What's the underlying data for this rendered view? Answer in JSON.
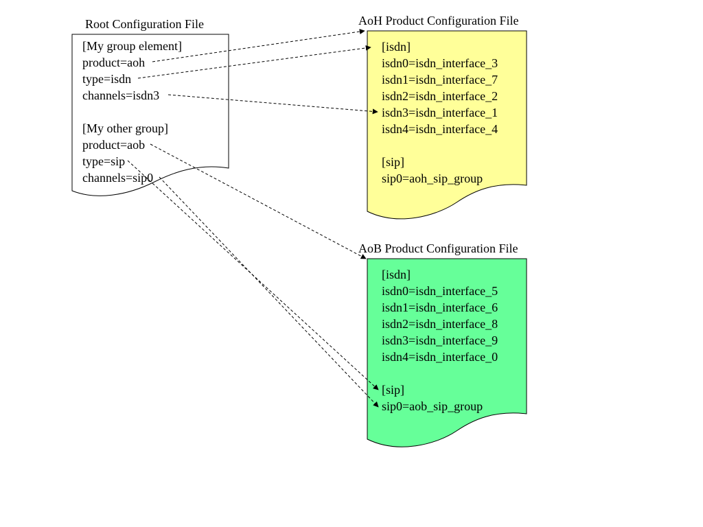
{
  "colors": {
    "background": "#ffffff",
    "root_doc_fill": "#ffffff",
    "aoh_doc_fill": "#ffff99",
    "aob_doc_fill": "#66ff99",
    "stroke": "#000000"
  },
  "root": {
    "title": "Root Configuration File",
    "lines": [
      "[My group element]",
      "product=aoh",
      "type=isdn",
      "channels=isdn3",
      "",
      "[My other group]",
      "product=aob",
      "type=sip",
      "channels=sip0"
    ]
  },
  "aoh": {
    "title": "AoH Product Configuration File",
    "lines": [
      "[isdn]",
      "isdn0=isdn_interface_3",
      "isdn1=isdn_interface_7",
      "isdn2=isdn_interface_2",
      "isdn3=isdn_interface_1",
      "isdn4=isdn_interface_4",
      "",
      "[sip]",
      "sip0=aoh_sip_group"
    ]
  },
  "aob": {
    "title": "AoB Product Configuration File",
    "lines": [
      "[isdn]",
      "isdn0=isdn_interface_5",
      "isdn1=isdn_interface_6",
      "isdn2=isdn_interface_8",
      "isdn3=isdn_interface_9",
      "isdn4=isdn_interface_0",
      "",
      "[sip]",
      "sip0=aob_sip_group"
    ]
  }
}
